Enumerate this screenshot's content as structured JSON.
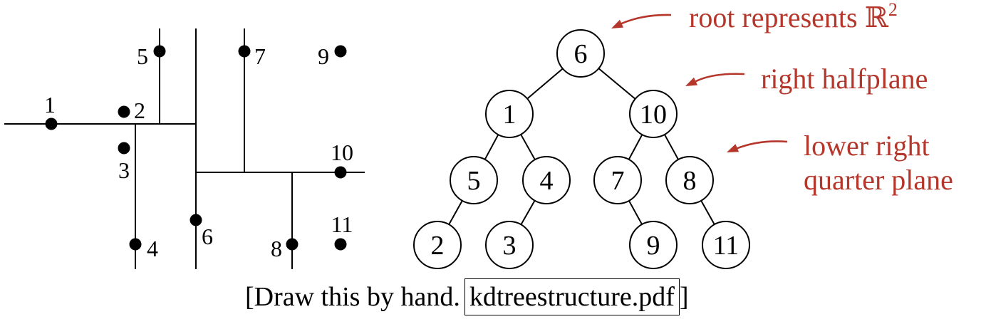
{
  "colors": {
    "ink": "#000000",
    "accent": "#b5362a",
    "background": "#ffffff"
  },
  "points": [
    {
      "label": "1"
    },
    {
      "label": "2"
    },
    {
      "label": "3"
    },
    {
      "label": "4"
    },
    {
      "label": "5"
    },
    {
      "label": "6"
    },
    {
      "label": "7"
    },
    {
      "label": "8"
    },
    {
      "label": "9"
    },
    {
      "label": "10"
    },
    {
      "label": "11"
    }
  ],
  "tree": {
    "nodes": [
      "6",
      "1",
      "10",
      "5",
      "4",
      "7",
      "8",
      "2",
      "3",
      "9",
      "11"
    ],
    "edges": [
      [
        "6",
        "1"
      ],
      [
        "6",
        "10"
      ],
      [
        "1",
        "5"
      ],
      [
        "1",
        "4"
      ],
      [
        "10",
        "7"
      ],
      [
        "10",
        "8"
      ],
      [
        "5",
        "2"
      ],
      [
        "4",
        "3"
      ],
      [
        "7",
        "9"
      ],
      [
        "8",
        "11"
      ]
    ]
  },
  "annotations": {
    "root": {
      "text": "root represents ",
      "symbol": "ℝ",
      "sup": "2"
    },
    "right": {
      "text": "right halfplane"
    },
    "lower_right": {
      "line1": "lower right",
      "line2": "quarter plane"
    }
  },
  "caption": {
    "prefix": "[Draw this by hand.",
    "filename": "kdtreestructure.pdf",
    "suffix": "]"
  }
}
